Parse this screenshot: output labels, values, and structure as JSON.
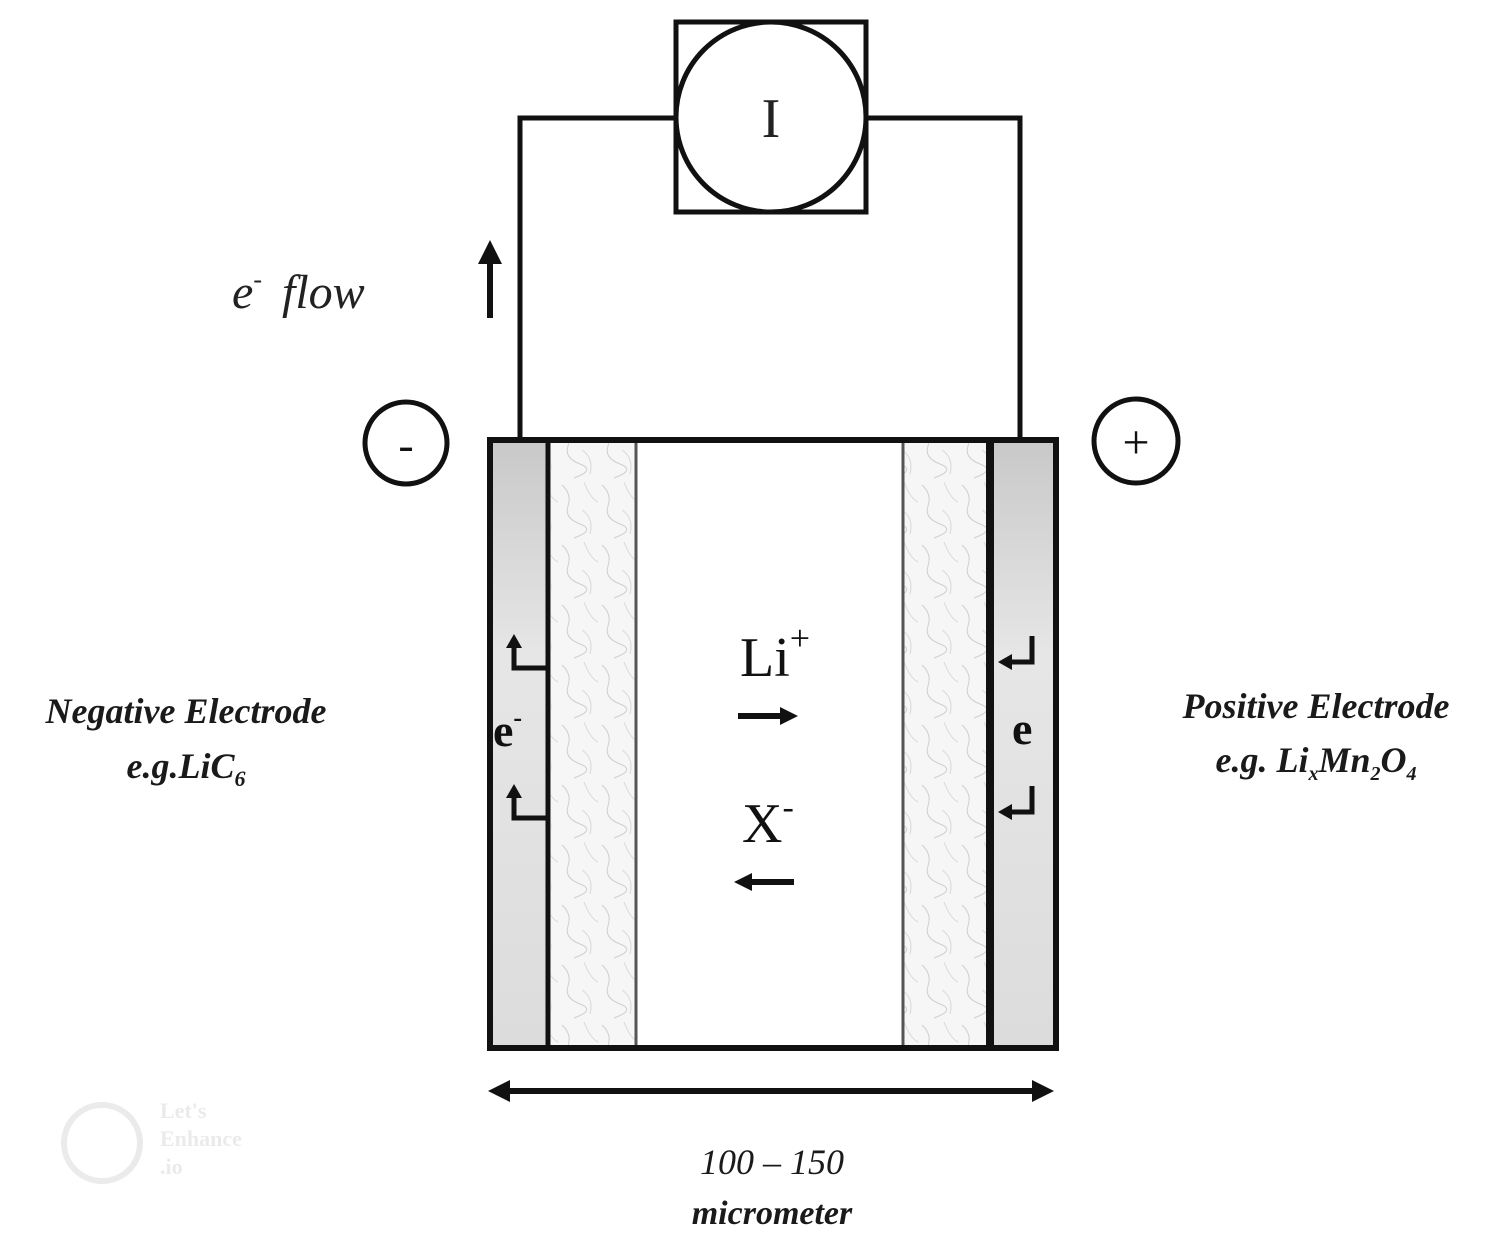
{
  "meter": {
    "symbol": "I"
  },
  "electron_flow": {
    "label_e": "e",
    "label_sup": "-",
    "label_rest": "flow"
  },
  "terminals": {
    "negative": "-",
    "positive": "+"
  },
  "electrolyte": {
    "cation": "Li",
    "cation_charge": "+",
    "anion": "X",
    "anion_charge": "-"
  },
  "electron_left": {
    "symbol": "e",
    "charge": "-"
  },
  "electron_right": {
    "symbol": "e"
  },
  "negative_electrode": {
    "title": "Negative Electrode",
    "example_prefix": "e.g.LiC",
    "example_sub": "6"
  },
  "positive_electrode": {
    "title": "Positive Electrode",
    "example_prefix": "e.g. Li",
    "example_sub1": "x",
    "example_mid": "Mn",
    "example_sub2": "2",
    "example_o": "O",
    "example_sub3": "4"
  },
  "dimension": {
    "range": "100 – 150",
    "unit": "micrometer"
  },
  "watermark": {
    "line1": "Let's",
    "line2": "Enhance",
    "line3": ".io"
  },
  "colors": {
    "line": "#111111",
    "collector_gray": "#d6d6d6",
    "porous_white": "#f4f4f4",
    "text": "#1a1a1a"
  }
}
